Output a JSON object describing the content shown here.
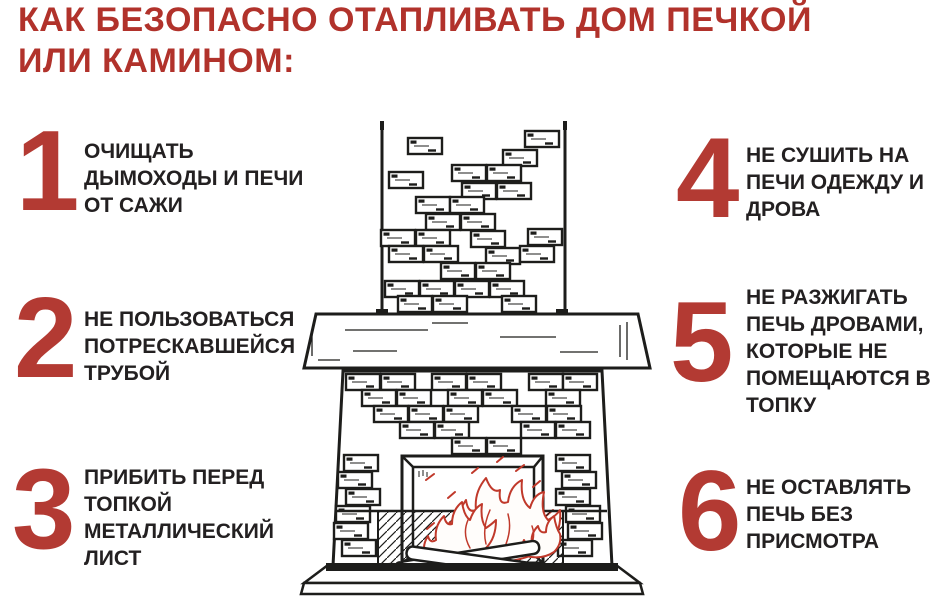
{
  "title": {
    "line1": "КАК БЕЗОПАСНО ОТАПЛИВАТЬ ДОМ ПЕЧКОЙ",
    "line2": "ИЛИ КАМИНОМ:"
  },
  "tips": [
    {
      "number": "1",
      "lines": [
        "ОЧИЩАТЬ",
        "ДЫМОХОДЫ И ПЕЧИ",
        "ОТ САЖИ"
      ]
    },
    {
      "number": "2",
      "lines": [
        "НЕ ПОЛЬЗОВАТЬСЯ",
        "ПОТРЕСКАВШЕЙСЯ",
        "ТРУБОЙ"
      ]
    },
    {
      "number": "3",
      "lines": [
        "ПРИБИТЬ ПЕРЕД",
        "ТОПКОЙ",
        "МЕТАЛЛИЧЕСКИЙ",
        "ЛИСТ"
      ]
    },
    {
      "number": "4",
      "lines": [
        "НЕ СУШИТЬ НА",
        "ПЕЧИ ОДЕЖДУ И",
        "ДРОВА"
      ]
    },
    {
      "number": "5",
      "lines": [
        "НЕ РАЗЖИГАТЬ",
        "ПЕЧЬ ДРОВАМИ,",
        "КОТОРЫЕ НЕ",
        "ПОМЕЩАЮТСЯ В",
        "ТОПКУ"
      ]
    },
    {
      "number": "6",
      "lines": [
        "НЕ ОСТАВЛЯТЬ",
        "ПЕЧЬ БЕЗ",
        "ПРИСМОТРА"
      ]
    }
  ],
  "illustration": {
    "name": "fireplace-line-art"
  },
  "colors": {
    "title_red": "#b1322b",
    "number_red": "#b33a33",
    "text_black": "#232021",
    "line_black": "#1d1d1b",
    "fire_red": "#c0392b",
    "background": "#ffffff"
  }
}
